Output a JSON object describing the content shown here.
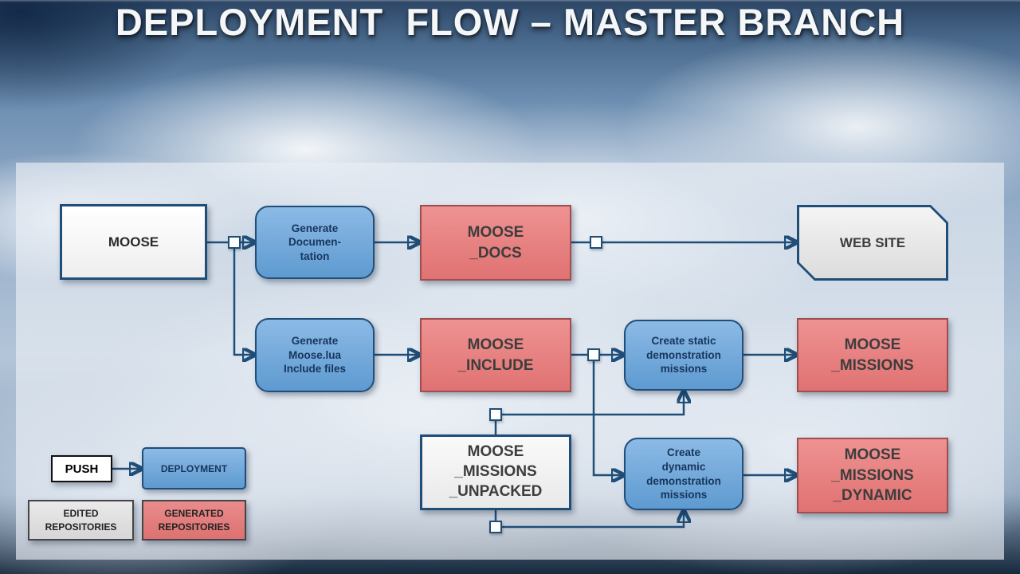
{
  "slide": {
    "title": "DEPLOYMENT  FLOW – MASTER BRANCH"
  },
  "colors": {
    "navy_accent": "#1F4E79",
    "blue_process_fill": "#6FA8DC",
    "red_repo_fill": "#E07B7B",
    "gray_fill": "#E6E6E6"
  },
  "nodes": {
    "moose": {
      "label": "MOOSE"
    },
    "generate_documentation": {
      "label": "Generate\nDocumen-\ntation"
    },
    "moose_docs": {
      "label": "MOOSE\n_DOCS"
    },
    "web_site": {
      "label": "WEB SITE"
    },
    "generate_include": {
      "label": "Generate\nMoose.lua\nInclude files"
    },
    "moose_include": {
      "label": "MOOSE\n_INCLUDE"
    },
    "create_static": {
      "label": "Create static\ndemonstration\nmissions"
    },
    "moose_missions": {
      "label": "MOOSE\n_MISSIONS"
    },
    "moose_missions_unpacked": {
      "label": "MOOSE\n_MISSIONS\n_UNPACKED"
    },
    "create_dynamic": {
      "label": "Create\ndynamic\ndemonstration\nmissions"
    },
    "moose_missions_dynamic": {
      "label": "MOOSE\n_MISSIONS\n_DYNAMIC"
    }
  },
  "legend": {
    "push": "PUSH",
    "deployment": "DEPLOYMENT",
    "edited_repositories": "EDITED\nREPOSITORIES",
    "generated_repositories": "GENERATED\nREPOSITORIES"
  }
}
